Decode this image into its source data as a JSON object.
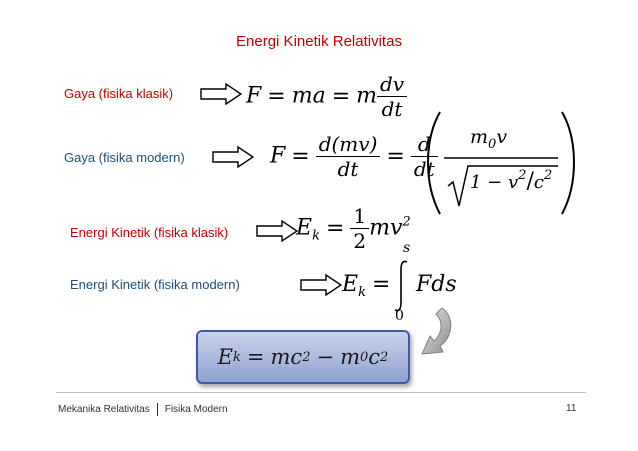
{
  "title": "Energi Kinetik Relativitas",
  "rows": [
    {
      "label": "Gaya (fisika klasik)",
      "color": "#c00000"
    },
    {
      "label": "Gaya (fisika modern)",
      "color": "#1f4e79"
    },
    {
      "label": "Energi Kinetik (fisika klasik)",
      "color": "#c00000"
    },
    {
      "label": "Energi Kinetik (fisika modern)",
      "color": "#1f4e79"
    }
  ],
  "equations": {
    "force_classic": {
      "lhs": "F",
      "mid": "ma",
      "coef": "m",
      "num": "dv",
      "den": "dt"
    },
    "force_modern": {
      "lhs": "F",
      "num1": "d(mv)",
      "den1": "dt",
      "num2": "d",
      "den2": "dt",
      "inner_num": "m",
      "inner_num_sub": "0",
      "inner_num_tail": "v",
      "root_text": "1 − v",
      "root_exp": "2",
      "root_div": "c",
      "root_div_exp": "2"
    },
    "ke_classic": {
      "lhs": "E",
      "lhs_sub": "k",
      "num": "1",
      "den": "2",
      "rhs": "mv",
      "rhs_exp": "2"
    },
    "ke_modern": {
      "lhs": "E",
      "lhs_sub": "k",
      "upper": "s",
      "lower": "0",
      "integrand": "Fds"
    },
    "final": {
      "lhs": "E",
      "lhs_sub": "k",
      "t1": "mc",
      "t1_exp": "2",
      "t2": "m",
      "t2_sub": "0",
      "t2_tail": "c",
      "t2_exp": "2"
    }
  },
  "footer": {
    "left": "Mekanika Relativitas",
    "right": "Fisika Modern",
    "page": "11"
  }
}
